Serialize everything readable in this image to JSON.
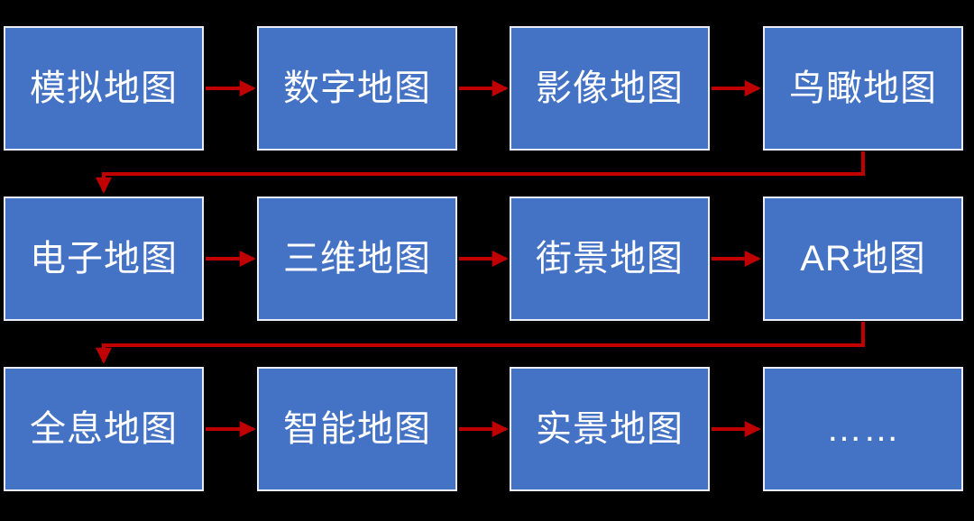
{
  "diagram": {
    "type": "flowchart",
    "description": "Evolution sequence of map types, 3 rows of 4 blue boxes connected by red arrows on black background",
    "colors": {
      "background": "#000000",
      "node_fill": "#4472C4",
      "node_border": "#E9EDF7",
      "node_text": "#FFFFFF",
      "arrow": "#C00000"
    },
    "rows": [
      {
        "nodes": [
          {
            "label": "模拟地图"
          },
          {
            "label": "数字地图"
          },
          {
            "label": "影像地图"
          },
          {
            "label": "鸟瞰地图"
          }
        ]
      },
      {
        "nodes": [
          {
            "label": "电子地图"
          },
          {
            "label": "三维地图"
          },
          {
            "label": "街景地图"
          },
          {
            "label": "AR地图"
          }
        ]
      },
      {
        "nodes": [
          {
            "label": "全息地图"
          },
          {
            "label": "智能地图"
          },
          {
            "label": "实景地图"
          },
          {
            "label": "……"
          }
        ]
      }
    ],
    "flow_order": [
      "模拟地图",
      "数字地图",
      "影像地图",
      "鸟瞰地图",
      "电子地图",
      "三维地图",
      "街景地图",
      "AR地图",
      "全息地图",
      "智能地图",
      "实景地图",
      "……"
    ]
  }
}
